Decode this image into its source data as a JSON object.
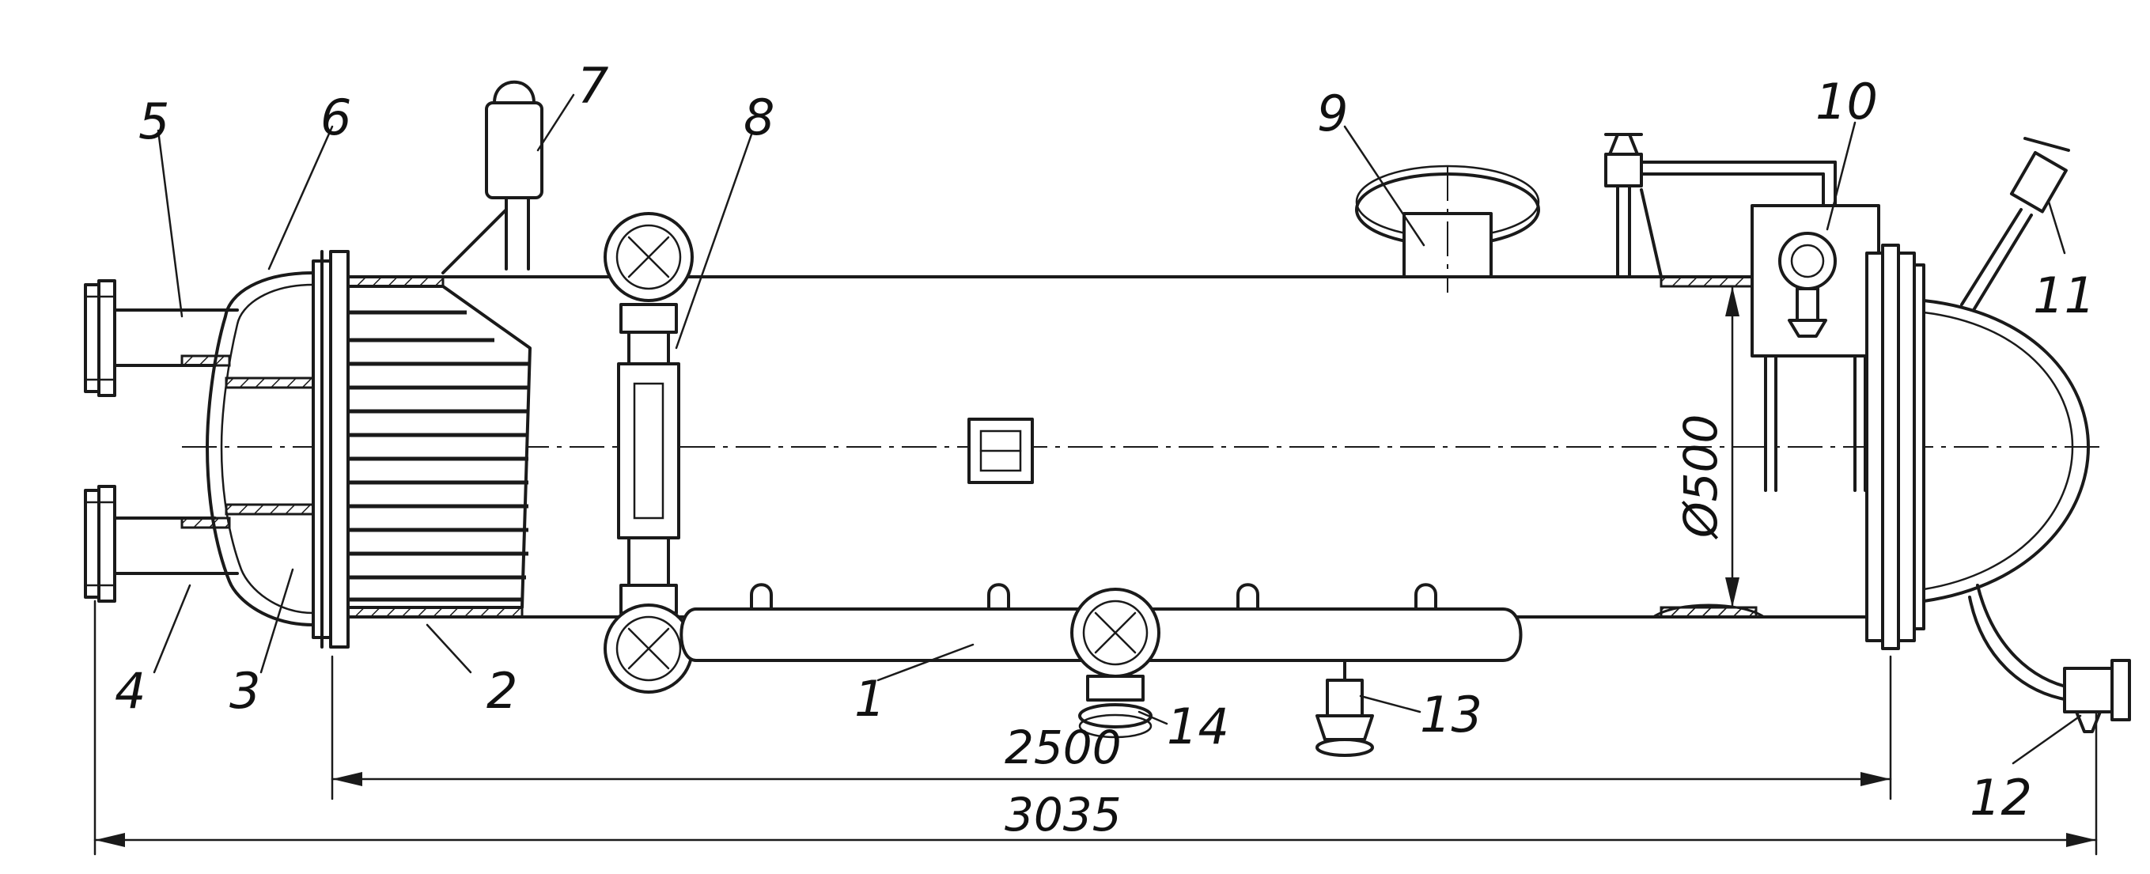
{
  "callouts": [
    "1",
    "2",
    "3",
    "4",
    "5",
    "6",
    "7",
    "8",
    "9",
    "10",
    "11",
    "12",
    "13",
    "14"
  ],
  "dimensions": {
    "inner_length": "2500",
    "overall_length": "3035",
    "diameter": "Ø500"
  }
}
